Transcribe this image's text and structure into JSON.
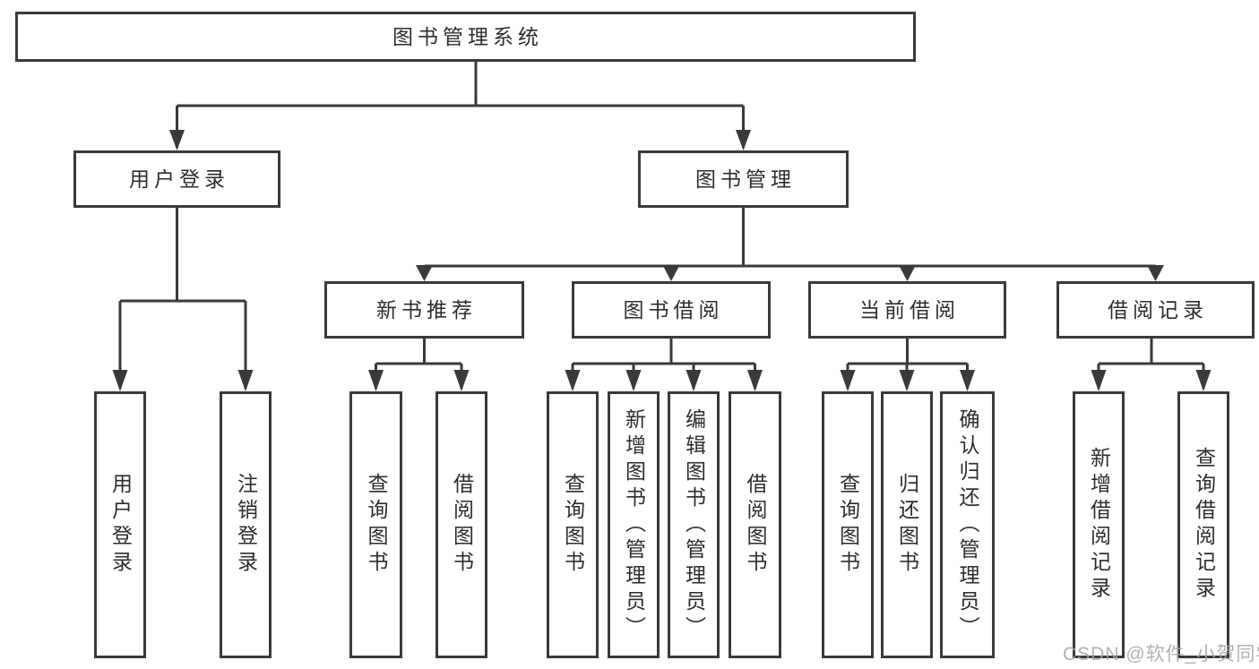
{
  "colors": {
    "line": "#3a3a3a",
    "text": "#2d2d2d",
    "background": "#ffffff",
    "watermark": "#a8a8a8"
  },
  "nodes": {
    "root": {
      "label": "图书管理系统"
    },
    "level2": [
      {
        "label": "用户登录"
      },
      {
        "label": "图书管理"
      }
    ],
    "level3": [
      {
        "label": "新书推荐",
        "parent": "图书管理"
      },
      {
        "label": "图书借阅",
        "parent": "图书管理"
      },
      {
        "label": "当前借阅",
        "parent": "图书管理"
      },
      {
        "label": "借阅记录",
        "parent": "图书管理"
      }
    ],
    "leaves": [
      {
        "label": "用户登录",
        "parent": "用户登录"
      },
      {
        "label": "注销登录",
        "parent": "用户登录"
      },
      {
        "label": "查询图书",
        "parent": "新书推荐"
      },
      {
        "label": "借阅图书",
        "parent": "新书推荐"
      },
      {
        "label": "查询图书",
        "parent": "图书借阅"
      },
      {
        "label": "新增图书（管理员）",
        "parent": "图书借阅"
      },
      {
        "label": "编辑图书（管理员）",
        "parent": "图书借阅"
      },
      {
        "label": "借阅图书",
        "parent": "图书借阅"
      },
      {
        "label": "查询图书",
        "parent": "当前借阅"
      },
      {
        "label": "归还图书",
        "parent": "当前借阅"
      },
      {
        "label": "确认归还（管理员）",
        "parent": "当前借阅"
      },
      {
        "label": "新增借阅记录",
        "parent": "借阅记录"
      },
      {
        "label": "查询借阅记录",
        "parent": "借阅记录"
      }
    ]
  },
  "watermark": {
    "text": "CSDN @软件_小贺同学"
  }
}
